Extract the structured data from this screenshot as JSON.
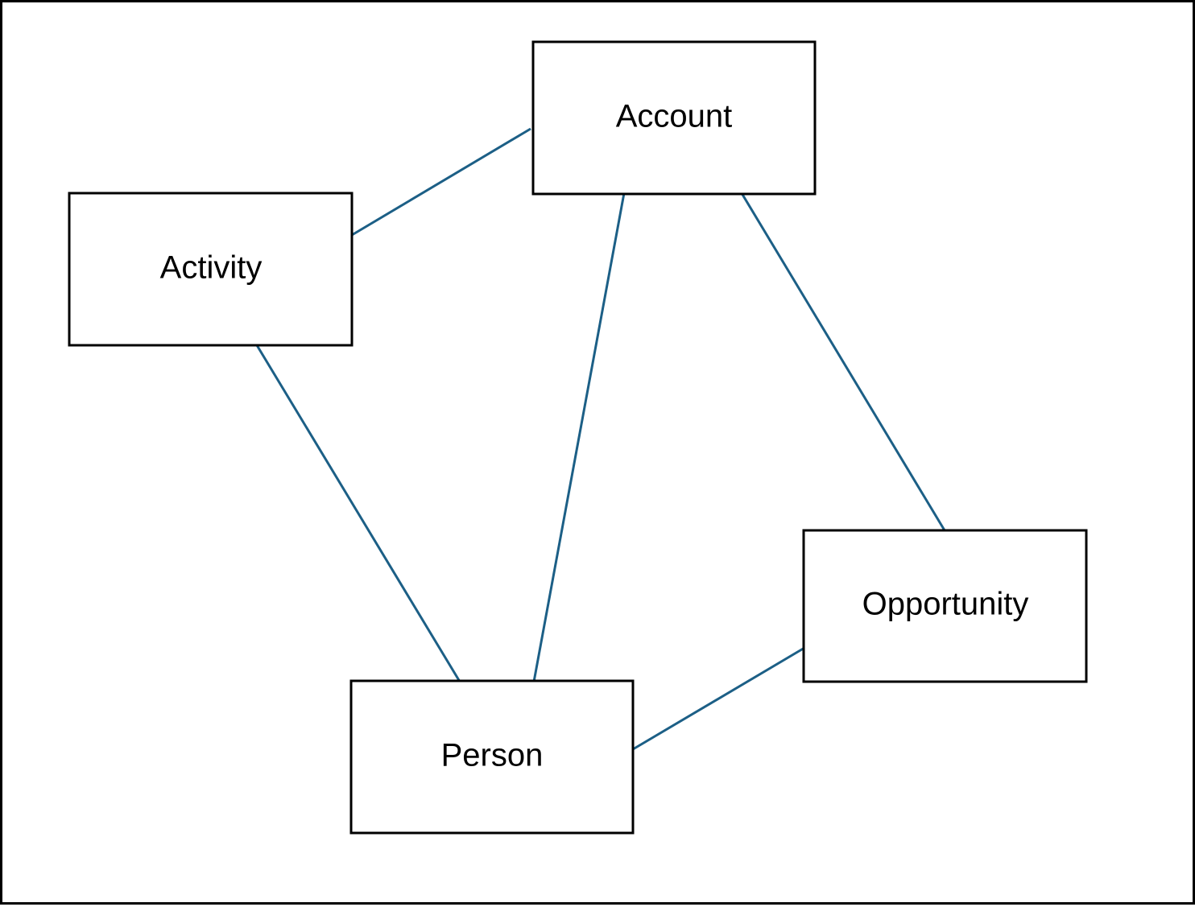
{
  "colors": {
    "edge": "#1c5f86",
    "box_border": "#000000",
    "background": "#ffffff",
    "text": "#000000"
  },
  "nodes": [
    {
      "id": "account",
      "label": "Account"
    },
    {
      "id": "activity",
      "label": "Activity"
    },
    {
      "id": "opportunity",
      "label": "Opportunity"
    },
    {
      "id": "person",
      "label": "Person"
    }
  ],
  "edges": [
    {
      "from": "activity",
      "to": "account"
    },
    {
      "from": "account",
      "to": "person"
    },
    {
      "from": "account",
      "to": "opportunity"
    },
    {
      "from": "activity",
      "to": "person"
    },
    {
      "from": "person",
      "to": "opportunity"
    }
  ]
}
